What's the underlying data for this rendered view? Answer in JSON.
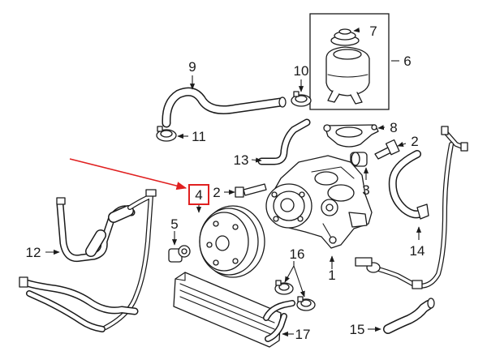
{
  "diagram": {
    "highlight_color": "#e02020",
    "line_color": "#1a1a1a",
    "callouts": {
      "c1": "1",
      "c2a": "2",
      "c2b": "2",
      "c3": "3",
      "c4": "4",
      "c5": "5",
      "c6": "6",
      "c7": "7",
      "c8": "8",
      "c9": "9",
      "c10": "10",
      "c11": "11",
      "c12": "12",
      "c13": "13",
      "c14": "14",
      "c15": "15",
      "c16": "16",
      "c17": "17"
    }
  }
}
